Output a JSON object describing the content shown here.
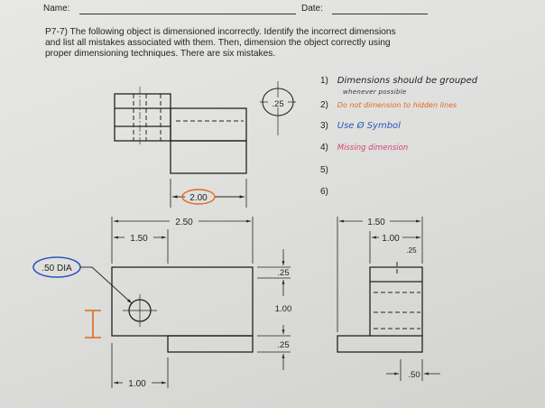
{
  "header": {
    "name_label": "Name:",
    "date_label": "Date:"
  },
  "problem": {
    "line1": "P7-7) The following object is dimensioned incorrectly.  Identify the incorrect dimensions",
    "line2": "and list all mistakes associated with them.  Then, dimension the object correctly using",
    "line3": "proper dimensioning techniques.  There are six mistakes."
  },
  "mistakes": [
    {
      "num": "1)",
      "text": "Dimensions should be grouped",
      "sub": "whenever possible",
      "color": "#1e1e28"
    },
    {
      "num": "2)",
      "text": "Do not dimension to hidden lines",
      "color": "#e06820"
    },
    {
      "num": "3)",
      "text": "Use Ø Symbol",
      "color": "#2b55b8"
    },
    {
      "num": "4)",
      "text": "Missing dimension",
      "color": "#d4407a"
    },
    {
      "num": "5)",
      "text": ""
    },
    {
      "num": "6)",
      "text": ""
    }
  ],
  "dimensions": {
    "top_view_hole": ".25",
    "top_view_width": "2.00",
    "front_overall": "2.50",
    "front_left": "1.50",
    "front_hole_callout": ".50 DIA",
    "front_top_step": ".25",
    "front_middle": "1.00",
    "front_bottom_step": ".25",
    "front_bottom_width": "1.00",
    "side_overall": "1.50",
    "side_inner": "1.00",
    "side_step": ".25",
    "side_bottom": ".50"
  },
  "colors": {
    "paper": "#e2e3e0",
    "line": "#222222",
    "orange_annotation": "#e06820",
    "blue_annotation": "#2b55b8",
    "pink_annotation": "#d4407a"
  }
}
